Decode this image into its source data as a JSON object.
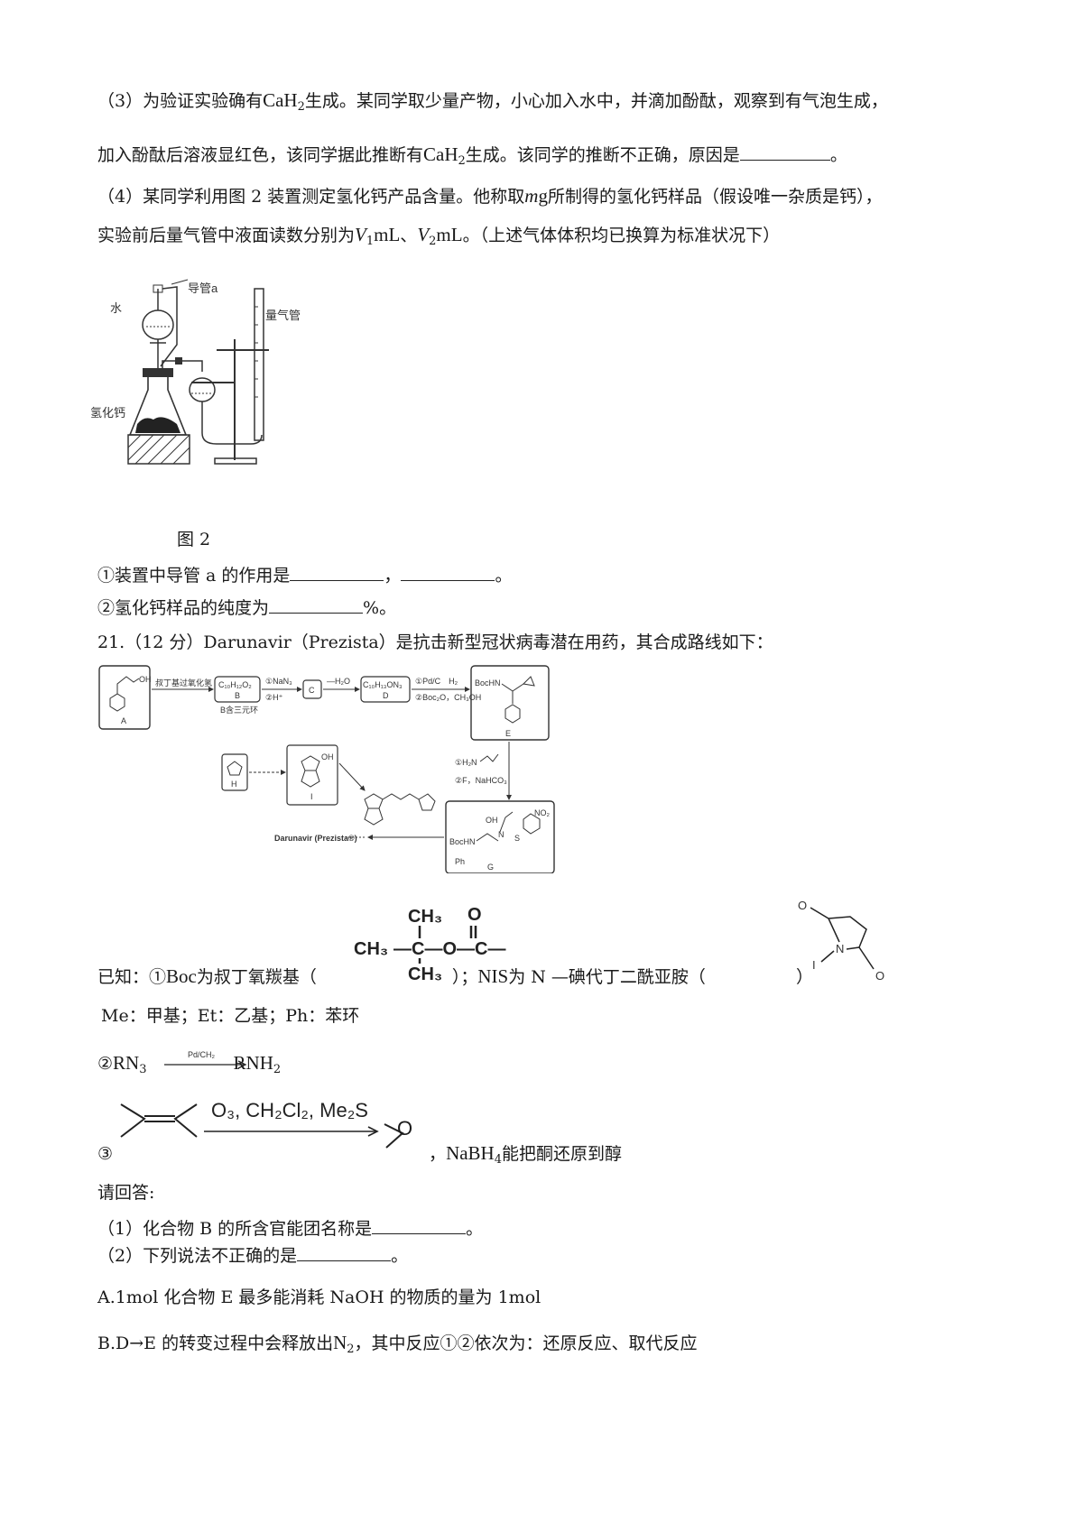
{
  "q3": {
    "part1": "（3）为验证实验确有",
    "formula1": "CaH",
    "sub1": "2",
    "part2": "生成。某同学取少量产物，小心加入水中，并滴加酚酞，观察到有气泡生成，",
    "part3": "加入酚酞后溶液显红色，该同学据此推断有",
    "formula2": "CaH",
    "sub2": "2",
    "part4": "生成。该同学的推断不正确，原因是",
    "end": "。"
  },
  "q4": {
    "part1": "（4）某同学利用图 2 装置测定氢化钙产品含量。他称取",
    "m": "m",
    "g": "g",
    "part2": "所制得的氢化钙样品（假设唯一杂质是钙），",
    "part3": "实验前后量气管中液面读数分别为",
    "v1": "V",
    "v1sub": "1",
    "ml1": "mL",
    "sep": "、",
    "v2": "V",
    "v2sub": "2",
    "ml2": "mL",
    "part4": "。（上述气体体积均已换算为标准状况下）"
  },
  "figure2": {
    "water": "水",
    "tube_a": "导管a",
    "gas_tube": "量气管",
    "cah2": "氢化钙",
    "caption": "图 2"
  },
  "sub_q1": {
    "text": "①装置中导管 a 的作用是",
    "sep": "，",
    "end": "。"
  },
  "sub_q2": {
    "text": "②氢化钙样品的纯度为",
    "end": "%。"
  },
  "q21": {
    "title": "21.（12 分）Darunavir（Prezista）是抗击新型冠状病毒潜在用药，其合成路线如下："
  },
  "scheme": {
    "A": "A",
    "oh_a": "OH",
    "reagent_ab": "叔丁基过氧化氢",
    "B_formula": "C₁₀H₁₂O₂",
    "B": "B",
    "B_note": "B含三元环",
    "reagent_bc1": "①NaN₃",
    "reagent_bc2": "②H⁺",
    "C": "C",
    "minus_h2o": "—H₂O",
    "D_formula": "C₁₀H₁₃ON₃",
    "D": "D",
    "reagent_de1": "①Pd/C　H₂",
    "reagent_de2": "②Boc₂O，CH₃OH",
    "bochn": "BocHN",
    "E": "E",
    "reagent_eg1": "①H₂N",
    "reagent_eg2": "②F，NaHCO₃",
    "H": "H",
    "I": "I",
    "oh_i": "OH",
    "G": "G",
    "G_oh": "OH",
    "G_no2": "NO₂",
    "G_ph": "Ph",
    "G_bochn": "BocHN",
    "G_n": "N",
    "G_s": "S",
    "product": "Darunavir (Prezista®)"
  },
  "known": {
    "prefix": "已知：①",
    "boc": "Boc",
    "boc_text": "为叔丁氧羰基（",
    "boc_ch3_top": "CH₃",
    "boc_ch3_left": "CH₃",
    "boc_ch3_bottom": "CH₃",
    "boc_o_top": "O",
    "boc_chain": "—C—O—C—",
    "mid": "）；",
    "nis": "NIS",
    "nis_text": "为 N —碘代丁二酰亚胺（",
    "nis_o1": "O",
    "nis_o2": "O",
    "nis_n": "N",
    "nis_i": "I",
    "close": "）",
    "abbr": "Me：甲基；Et：乙基；Ph：苯环",
    "k2_prefix": "②",
    "k2_left": "RN",
    "k2_left_sub": "3",
    "k2_cond": "Pd/CH₂",
    "k2_right": "RNH",
    "k2_right_sub": "2",
    "k3_prefix": "③",
    "k3_cond": "O₃, CH₂Cl₂, Me₂S",
    "k3_o": "O",
    "k3_tail1": "，",
    "k3_nabh": "NaBH",
    "k3_sub": "4",
    "k3_tail2": "能把酮还原到醇"
  },
  "answer": {
    "please": "请回答:"
  },
  "aq1": {
    "text": "（1）化合物 B 的所含官能团名称是",
    "end": "。"
  },
  "aq2": {
    "text": "（2）下列说法不正确的是",
    "end": "。"
  },
  "optA": {
    "text": "A.1mol 化合物 E 最多能消耗 NaOH 的物质的量为 1mol"
  },
  "optB": {
    "text1": "B.D→E 的转变过程中会释放出",
    "n2": "N",
    "n2sub": "2",
    "text2": "，其中反应①②依次为：还原反应、取代反应"
  }
}
